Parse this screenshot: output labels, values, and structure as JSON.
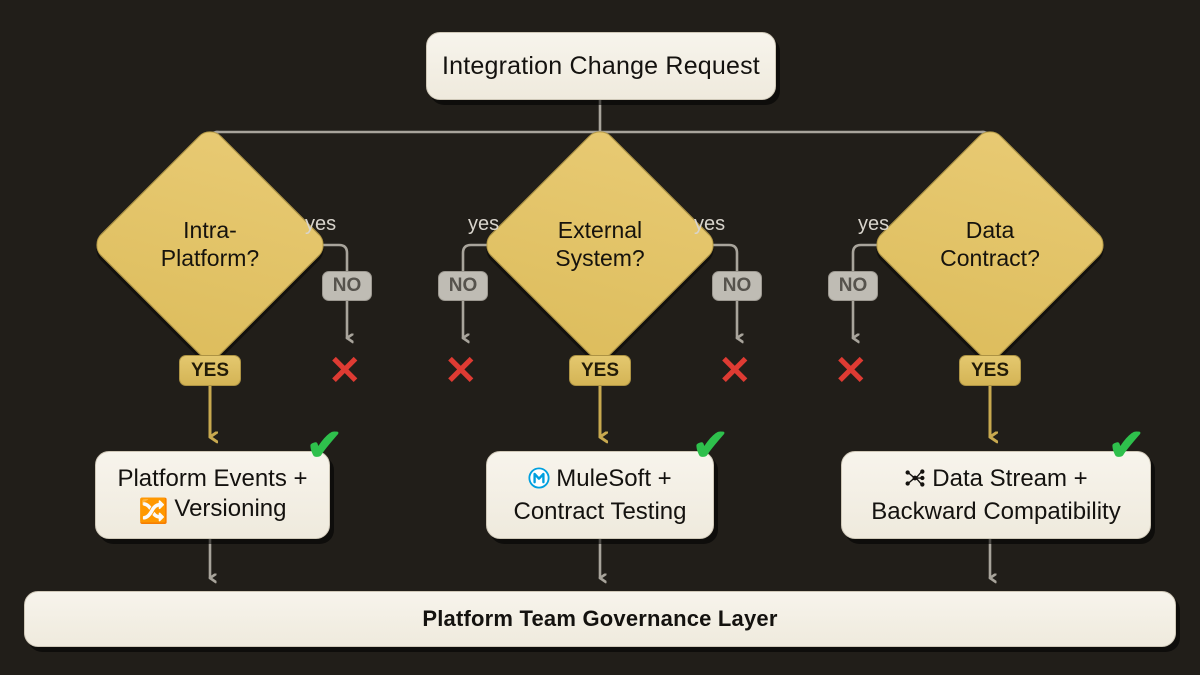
{
  "theme": {
    "background": "#211e19",
    "card_fill": "#f5f1e8",
    "diamond_fill": "#e3c266",
    "yes_badge_fill": "#dcc063",
    "no_badge_fill": "#bfbcb4",
    "yes_line": "#c8a94f",
    "no_line": "#a8a49b",
    "x_color": "#de3b33",
    "check_color": "#2ec04c",
    "text_dark": "#16130d",
    "text_light": "#d8d4cc"
  },
  "diagram": {
    "title": "Integration Change Request",
    "governance_bar": "Platform Team Governance Layer",
    "decisions": [
      {
        "id": "intra-platform",
        "lines": [
          "Intra-",
          "Platform?"
        ],
        "yes_badge": "YES",
        "branches": [
          {
            "side": "right",
            "edge_label": "yes",
            "badge": "NO",
            "mark": "x"
          }
        ]
      },
      {
        "id": "external-system",
        "lines": [
          "External",
          "System?"
        ],
        "yes_badge": "YES",
        "branches": [
          {
            "side": "left",
            "edge_label": "yes",
            "badge": "NO",
            "mark": "x"
          },
          {
            "side": "right",
            "edge_label": "yes",
            "badge": "NO",
            "mark": "x"
          }
        ]
      },
      {
        "id": "data-contract",
        "lines": [
          "Data",
          "Contract?"
        ],
        "yes_badge": "YES",
        "branches": [
          {
            "side": "left",
            "edge_label": "yes",
            "badge": "NO",
            "mark": "x"
          }
        ]
      }
    ],
    "results": [
      {
        "id": "platform-events",
        "icon": "versioning-icon",
        "icon_glyph": "🔀",
        "icon_position": "line2",
        "lines": [
          "Platform Events +",
          "Versioning"
        ],
        "mark": "check"
      },
      {
        "id": "mulesoft",
        "icon": "mulesoft-logo-icon",
        "icon_glyph": "Ⓜ",
        "icon_position": "line1",
        "lines": [
          "MuleSoft +",
          "Contract Testing"
        ],
        "mark": "check"
      },
      {
        "id": "data-stream",
        "icon": "network-graph-icon",
        "icon_glyph": "⛬",
        "icon_position": "line1",
        "lines": [
          "Data Stream +",
          "Backward Compatibility"
        ],
        "mark": "check"
      }
    ],
    "marks": {
      "x": "✕",
      "check": "✔"
    }
  }
}
